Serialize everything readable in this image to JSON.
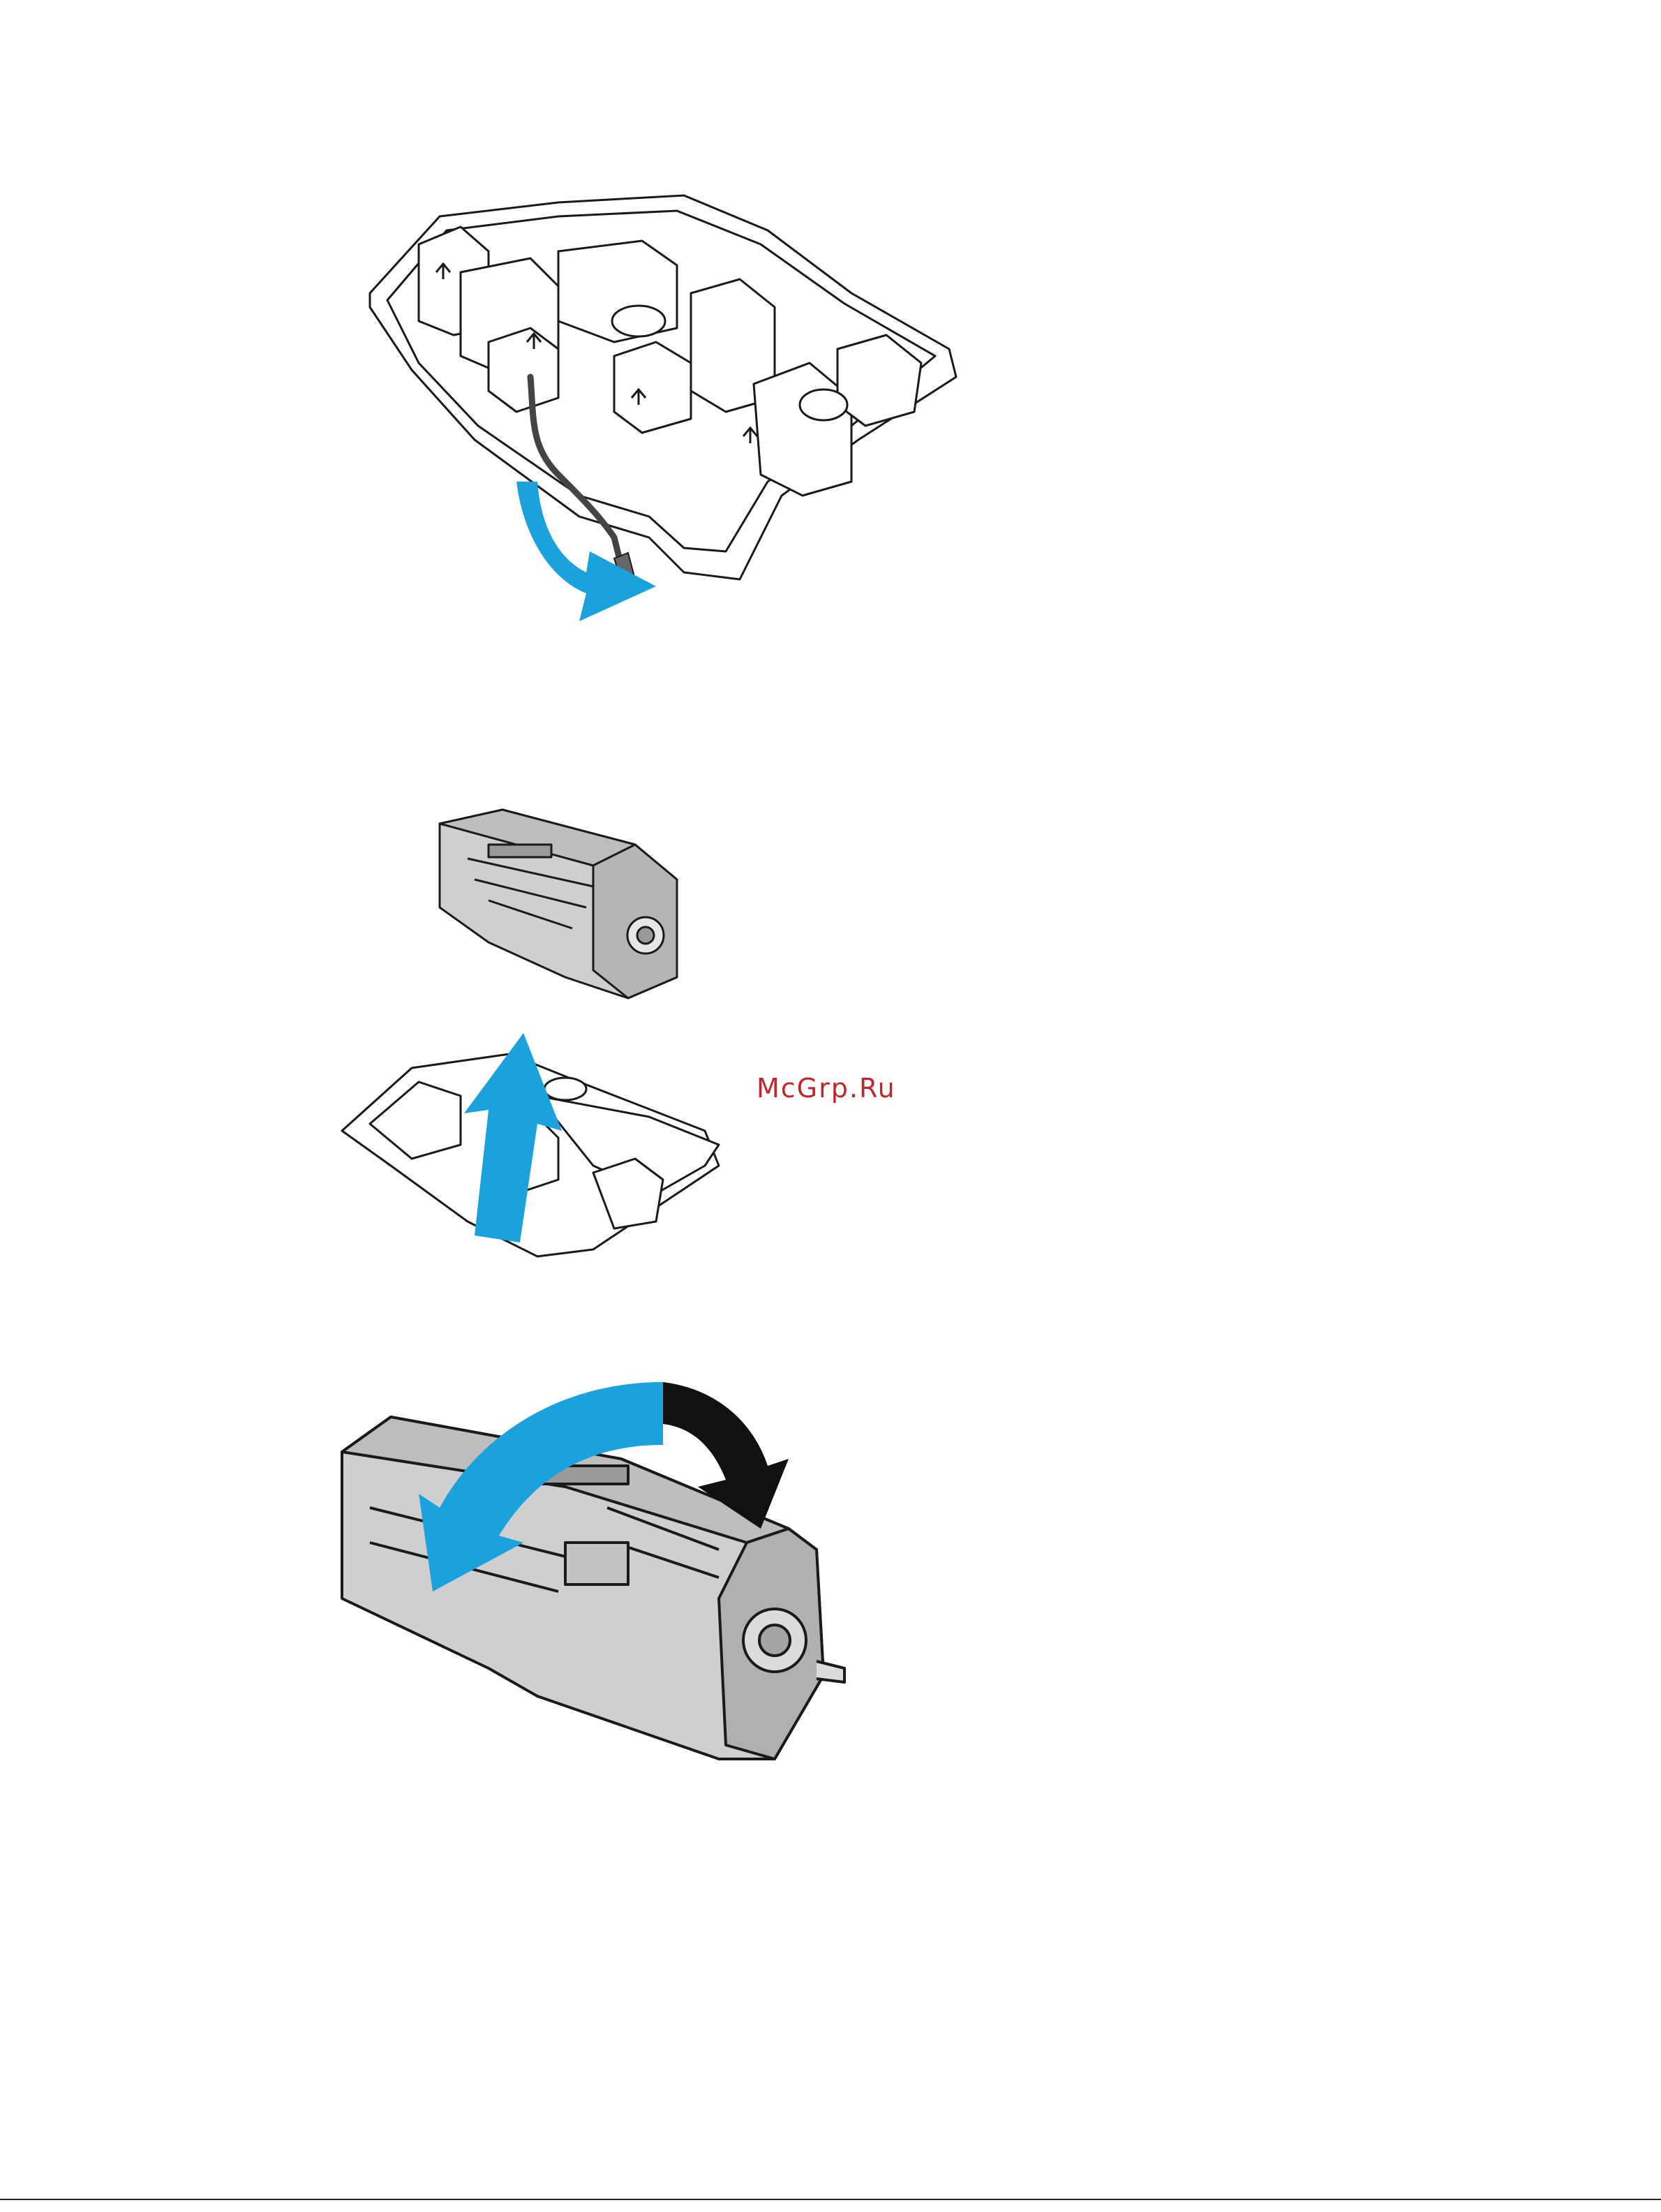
{
  "watermark": {
    "text": "McGrp.Ru",
    "color": "#c0272d"
  },
  "figures": [
    {
      "id": "tray-tab-pull",
      "icon": "toner-tray-pull-tab-icon",
      "arrow_color": "#1ba1dc"
    },
    {
      "id": "cartridge-lift",
      "icon": "toner-cartridge-lift-icon",
      "arrow_color": "#1ba1dc"
    },
    {
      "id": "cartridge-rotate",
      "icon": "toner-cartridge-rotate-icon",
      "arrow_colors": [
        "#1ba1dc",
        "#111111"
      ]
    }
  ]
}
